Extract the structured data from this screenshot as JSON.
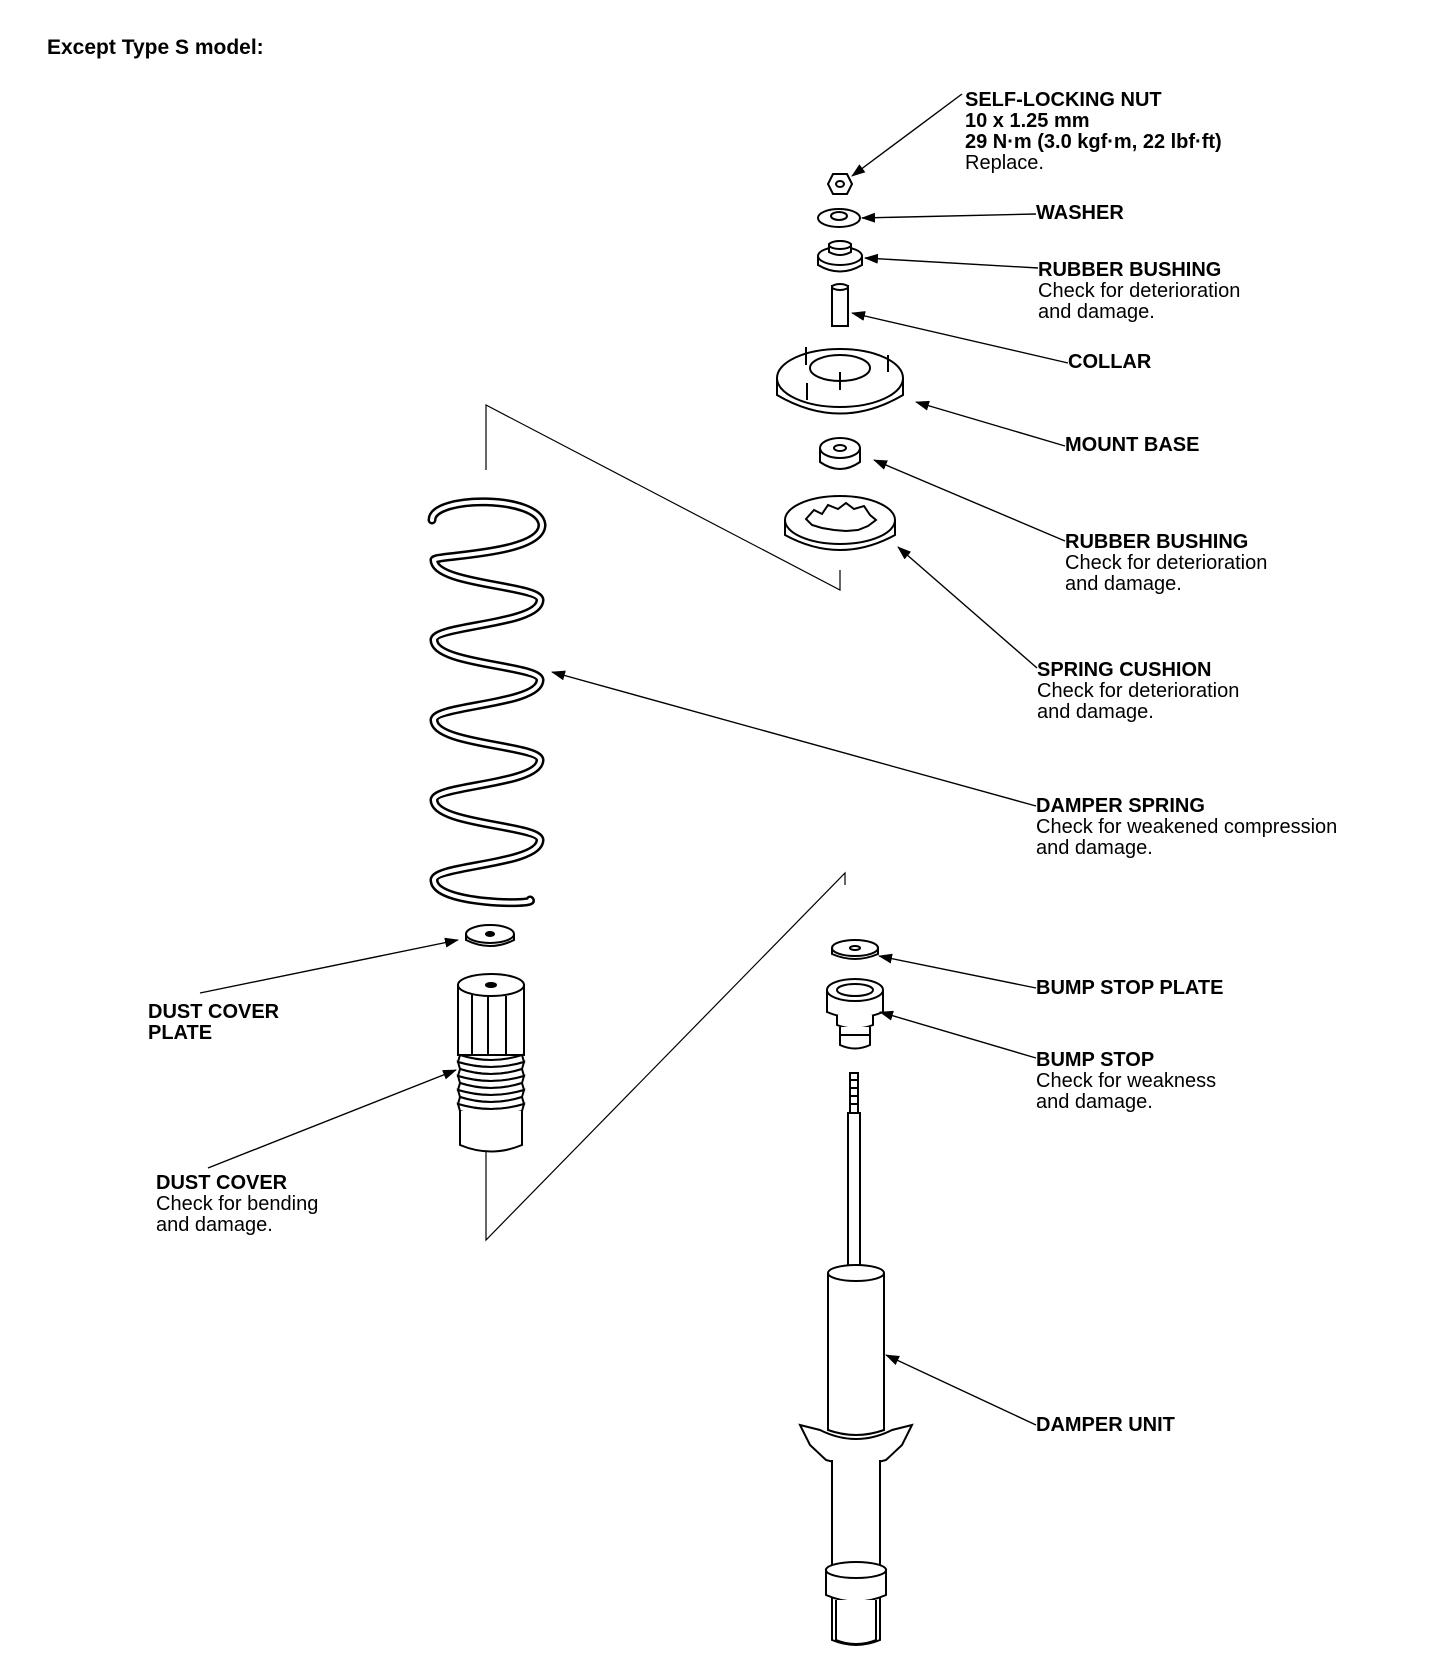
{
  "heading": "Except Type S model:",
  "callouts": {
    "self_locking_nut": {
      "title": "SELF-LOCKING NUT",
      "size": "10 x 1.25 mm",
      "torque": "29 N·m (3.0 kgf·m, 22 lbf·ft)",
      "note": "Replace."
    },
    "washer": {
      "title": "WASHER"
    },
    "rubber_bushing_upper": {
      "title": "RUBBER BUSHING",
      "note_1": "Check for deterioration",
      "note_2": "and damage."
    },
    "collar": {
      "title": "COLLAR"
    },
    "mount_base": {
      "title": "MOUNT BASE"
    },
    "rubber_bushing_lower": {
      "title": "RUBBER BUSHING",
      "note_1": "Check for deterioration",
      "note_2": "and damage."
    },
    "spring_cushion": {
      "title": "SPRING CUSHION",
      "note_1": "Check for deterioration",
      "note_2": "and damage."
    },
    "damper_spring": {
      "title": "DAMPER SPRING",
      "note_1": "Check for weakened compression",
      "note_2": "and damage."
    },
    "dust_cover_plate": {
      "title_1": "DUST COVER",
      "title_2": "PLATE"
    },
    "dust_cover": {
      "title": "DUST COVER",
      "note_1": "Check for bending",
      "note_2": "and damage."
    },
    "bump_stop_plate": {
      "title": "BUMP STOP PLATE"
    },
    "bump_stop": {
      "title": "BUMP STOP",
      "note_1": "Check for weakness",
      "note_2": "and damage."
    },
    "damper_unit": {
      "title": "DAMPER UNIT"
    }
  },
  "colors": {
    "ink": "#000000",
    "paper": "#ffffff"
  }
}
